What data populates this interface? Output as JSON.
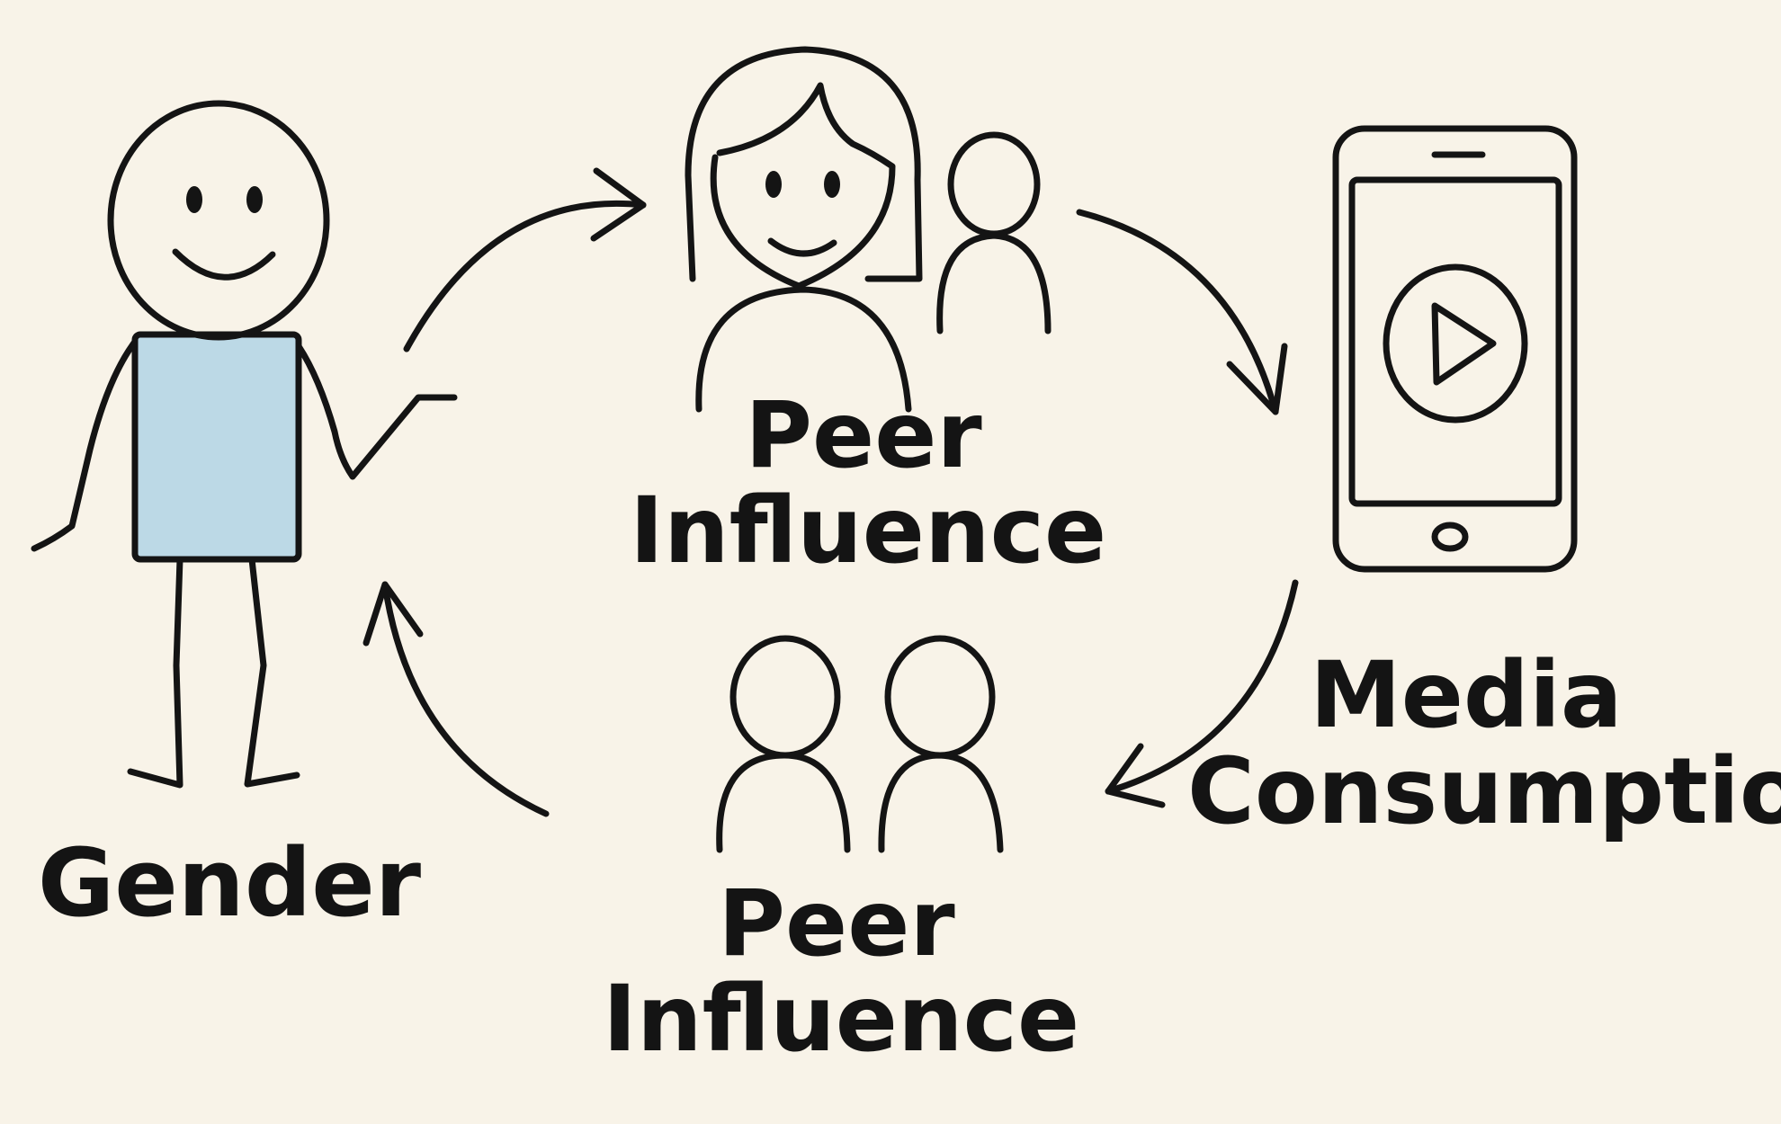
{
  "nodes": {
    "gender": {
      "label": "Gender"
    },
    "peer_influence_top": {
      "line1": "Peer",
      "line2": "Influence"
    },
    "media_consumption": {
      "line1": "Media",
      "line2": "Consumption"
    },
    "peer_influence_bottom": {
      "line1": "Peer",
      "line2": "Influence"
    }
  },
  "colors": {
    "background": "#f8f3e8",
    "ink": "#141414",
    "shirt": "#bcd9e6"
  },
  "icons": {
    "gender": "stick-figure-icon",
    "peer_top": "girl-and-person-icon",
    "media": "smartphone-play-icon",
    "peer_bottom": "two-people-icon"
  }
}
